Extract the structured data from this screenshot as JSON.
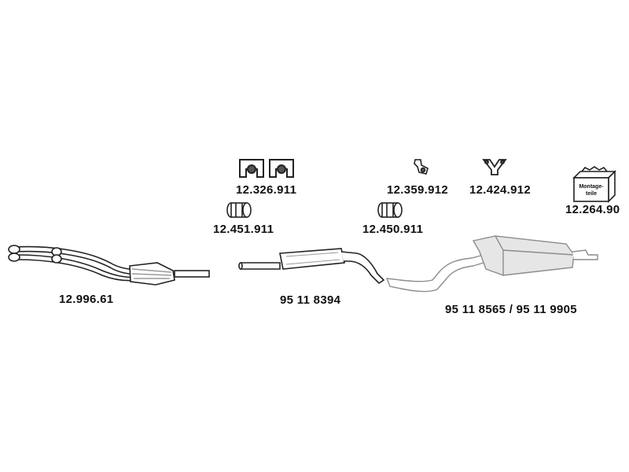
{
  "parts": {
    "front_pipe_catalyst": {
      "number": "12.996.61",
      "icon": "catalytic-converter-front-pipe"
    },
    "middle_silencer": {
      "number": "95 11 8394",
      "icon": "middle-silencer"
    },
    "rear_silencer": {
      "number": "95 11 8565 / 95 11 9905",
      "icon": "rear-silencer"
    },
    "rubber_hanger": {
      "number": "12.326.911",
      "icon": "rubber-hanger"
    },
    "clamp_front": {
      "number": "12.451.911",
      "icon": "pipe-clamp"
    },
    "hanger_bracket": {
      "number": "12.359.912",
      "icon": "hanger-bracket"
    },
    "clamp_middle": {
      "number": "12.450.911",
      "icon": "pipe-clamp"
    },
    "y_bracket": {
      "number": "12.424.912",
      "icon": "y-bracket"
    },
    "mounting_kit": {
      "number": "12.264.90",
      "icon": "mounting-kit-box",
      "box_text": [
        "Montage-",
        "teile"
      ]
    }
  },
  "colors": {
    "line": "#222222",
    "fill": "#ffffff",
    "shade": "#9a9a9a",
    "rear_line": "#8c8c8c",
    "rear_fill": "#e6e6e6"
  }
}
